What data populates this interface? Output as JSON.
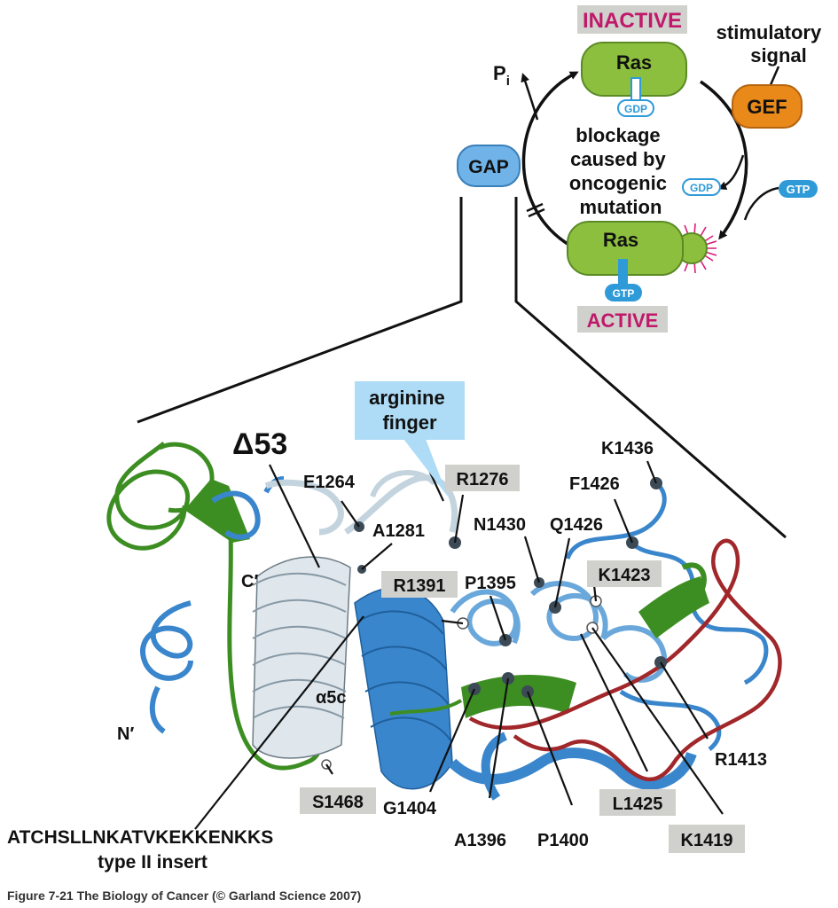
{
  "cycle": {
    "inactive_label": "INACTIVE",
    "active_label": "ACTIVE",
    "ras_top": "Ras",
    "ras_bottom": "Ras",
    "gdp_top": "GDP",
    "gtp_bottom": "GTP",
    "gdp_free": "GDP",
    "gtp_free": "GTP",
    "gef": "GEF",
    "gap": "GAP",
    "pi_main": "P",
    "pi_sub": "i",
    "stimulatory": [
      "stimulatory",
      "signal"
    ],
    "blockage": [
      "blockage",
      "caused by",
      "oncogenic",
      "mutation"
    ]
  },
  "structure": {
    "arginine_finger": [
      "arginine",
      "finger"
    ],
    "delta53": "Δ53",
    "n_term": "N′",
    "c_term": "C′",
    "alpha5c": "α5c",
    "insert_sequence": "ATCHSLLNKATVKEKKENKKS",
    "insert_label": "type II insert",
    "residues_plain": [
      "E1264",
      "A1281",
      "K1436",
      "F1426",
      "N1430",
      "Q1426",
      "P1395",
      "G1404",
      "A1396",
      "P1400",
      "R1413"
    ],
    "residues_boxed": [
      "R1276",
      "R1391",
      "K1423",
      "S1468",
      "L1425",
      "K1419"
    ]
  },
  "caption": "Figure 7-21 The Biology of Cancer (© Garland Science 2007)",
  "colors": {
    "ras_green": "#8dbf3f",
    "gef_orange": "#e8891a",
    "gap_blue": "#6fb3e8",
    "badge_gray": "#d0d0cc",
    "inactive_text": "#c0186a",
    "helix_blue": "#3a86cc",
    "helix_green": "#3d8e22",
    "loop_red": "#a1272a",
    "helix_white": "#c4d4de",
    "callout_blue": "#aedcf6"
  }
}
